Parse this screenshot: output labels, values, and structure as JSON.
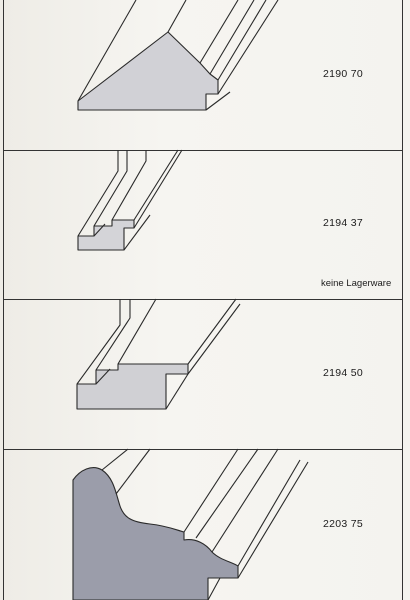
{
  "products": [
    {
      "code": "2190 70",
      "note": ""
    },
    {
      "code": "2194 37",
      "note": "keine Lagerware"
    },
    {
      "code": "2194 50",
      "note": ""
    },
    {
      "code": "2203 75",
      "note": ""
    }
  ],
  "colors": {
    "paper": "#f4f3ee",
    "line": "#2a2a2a",
    "section_light": "#d0d0d4",
    "section_dark": "#9a9ca8"
  }
}
